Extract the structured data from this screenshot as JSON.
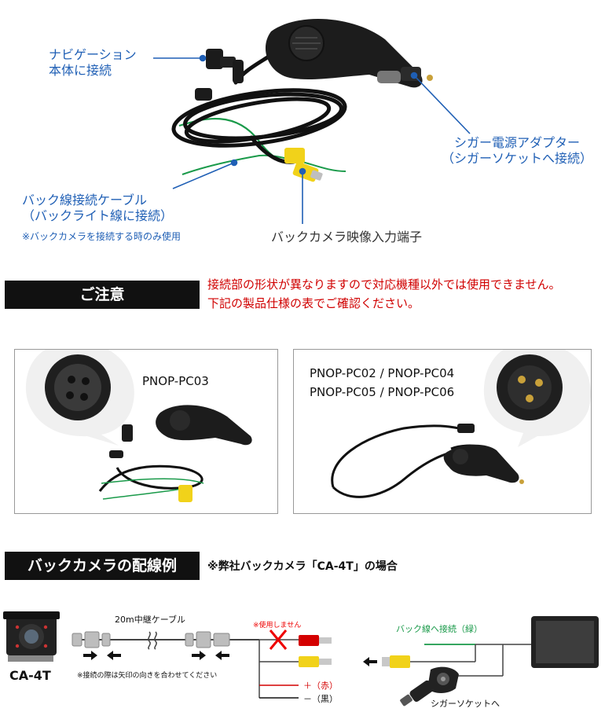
{
  "callouts": {
    "navi_line1": "ナビゲーション",
    "navi_line2": "本体に接続",
    "cigar_line1": "シガー電源アダプター",
    "cigar_line2": "（シガーソケットへ接続）",
    "back_line1": "バック線接続ケーブル",
    "back_line2": "（バックライト線に接続）",
    "back_note": "※バックカメラを接続する時のみ使用",
    "camera_input": "バックカメラ映像入力端子"
  },
  "caution": {
    "heading": "ご注意",
    "line1": "接続部の形状が異なりますので対応機種以外では使用できません。",
    "line2": "下記の製品仕様の表でご確認ください。"
  },
  "products": {
    "left_model": "PNOP-PC03",
    "right_line1": "PNOP-PC02 / PNOP-PC04",
    "right_line2": "PNOP-PC05 / PNOP-PC06"
  },
  "wiring": {
    "heading": "バックカメラの配線例",
    "note": "※弊社バックカメラ「CA-4T」の場合",
    "camera_label": "CA-4T",
    "relay_cable": "20m中継ケーブル",
    "arrow_note": "※接続の際は矢印の向きを合わせてください",
    "unused": "※使用しません",
    "back_line": "バック線へ接続（緑）",
    "red": "＋（赤）",
    "black": "－（黒）",
    "socket": "シガーソケットへ"
  },
  "colors": {
    "callout_blue": "#1f5fb5",
    "caution_red": "#d00000",
    "green_wire": "#1a9a4a",
    "red_wire": "#d40000",
    "yellow_plug": "#f1d21a"
  }
}
